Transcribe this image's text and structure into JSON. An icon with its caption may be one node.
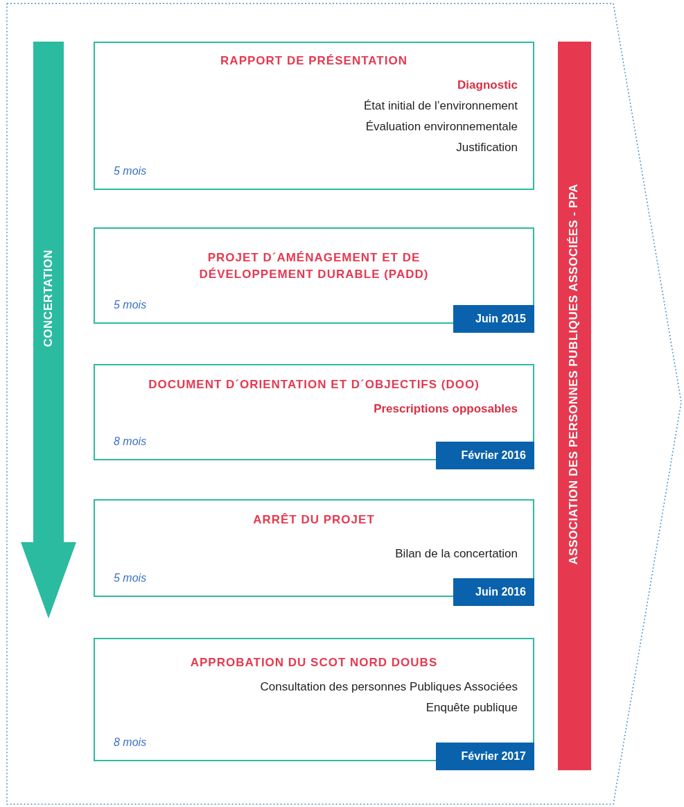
{
  "diagram": {
    "nodes": [
      {
        "text": [
          "CONCERTATION"
        ]
      },
      {
        "text": [
          "RAPPORT DE PRÉSENTATION",
          "Diagnostic",
          "État initial de l’environnement",
          "Évaluation environnementale",
          "Justification",
          "5 mois"
        ]
      },
      {
        "text": [
          "PROJET D´AMÉNAGEMENT ET DE DÉVELOPPEMENT DURABLE (PADD)",
          "5 mois"
        ]
      },
      {
        "text": [
          "Juin 2015"
        ]
      },
      {
        "text": [
          "DOCUMENT D´ORIENTATION ET D´OBJECTIFS (DOO)",
          "Prescriptions opposables",
          "8 mois"
        ]
      },
      {
        "text": [
          "Février 2016"
        ]
      },
      {
        "text": [
          "ARRÊT DU PROJET",
          "Bilan de la concertation",
          "5 mois"
        ]
      },
      {
        "text": [
          "Juin 2016"
        ]
      },
      {
        "text": [
          "APPROBATION DU SCOT NORD DOUBS",
          "Consultation des personnes Publiques Associées",
          "Enquête publique",
          "8 mois"
        ]
      },
      {
        "text": [
          "Février 2017"
        ]
      },
      {
        "text": [
          "ASSOCIATION DES PERSONNES PUBLIQUES ASSOCIÉES - PPA"
        ]
      }
    ]
  }
}
